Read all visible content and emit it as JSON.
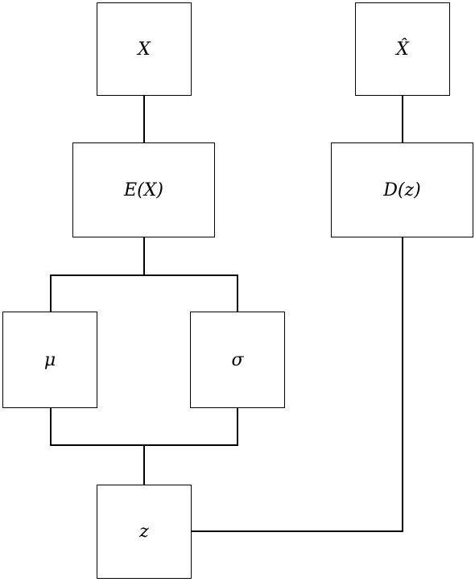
{
  "diagram": {
    "nodes": {
      "input": {
        "label": "X"
      },
      "encoder": {
        "label": "E(X)"
      },
      "mu": {
        "label": "μ"
      },
      "sigma": {
        "label": "σ"
      },
      "latent": {
        "label": "z"
      },
      "decoder": {
        "label": "D(z)"
      },
      "output": {
        "label": "X̂"
      }
    },
    "edges": [
      {
        "from": "input",
        "to": "encoder"
      },
      {
        "from": "encoder",
        "to": "mu"
      },
      {
        "from": "encoder",
        "to": "sigma"
      },
      {
        "from": "mu",
        "to": "latent"
      },
      {
        "from": "sigma",
        "to": "latent"
      },
      {
        "from": "latent",
        "to": "decoder"
      },
      {
        "from": "decoder",
        "to": "output"
      }
    ]
  }
}
